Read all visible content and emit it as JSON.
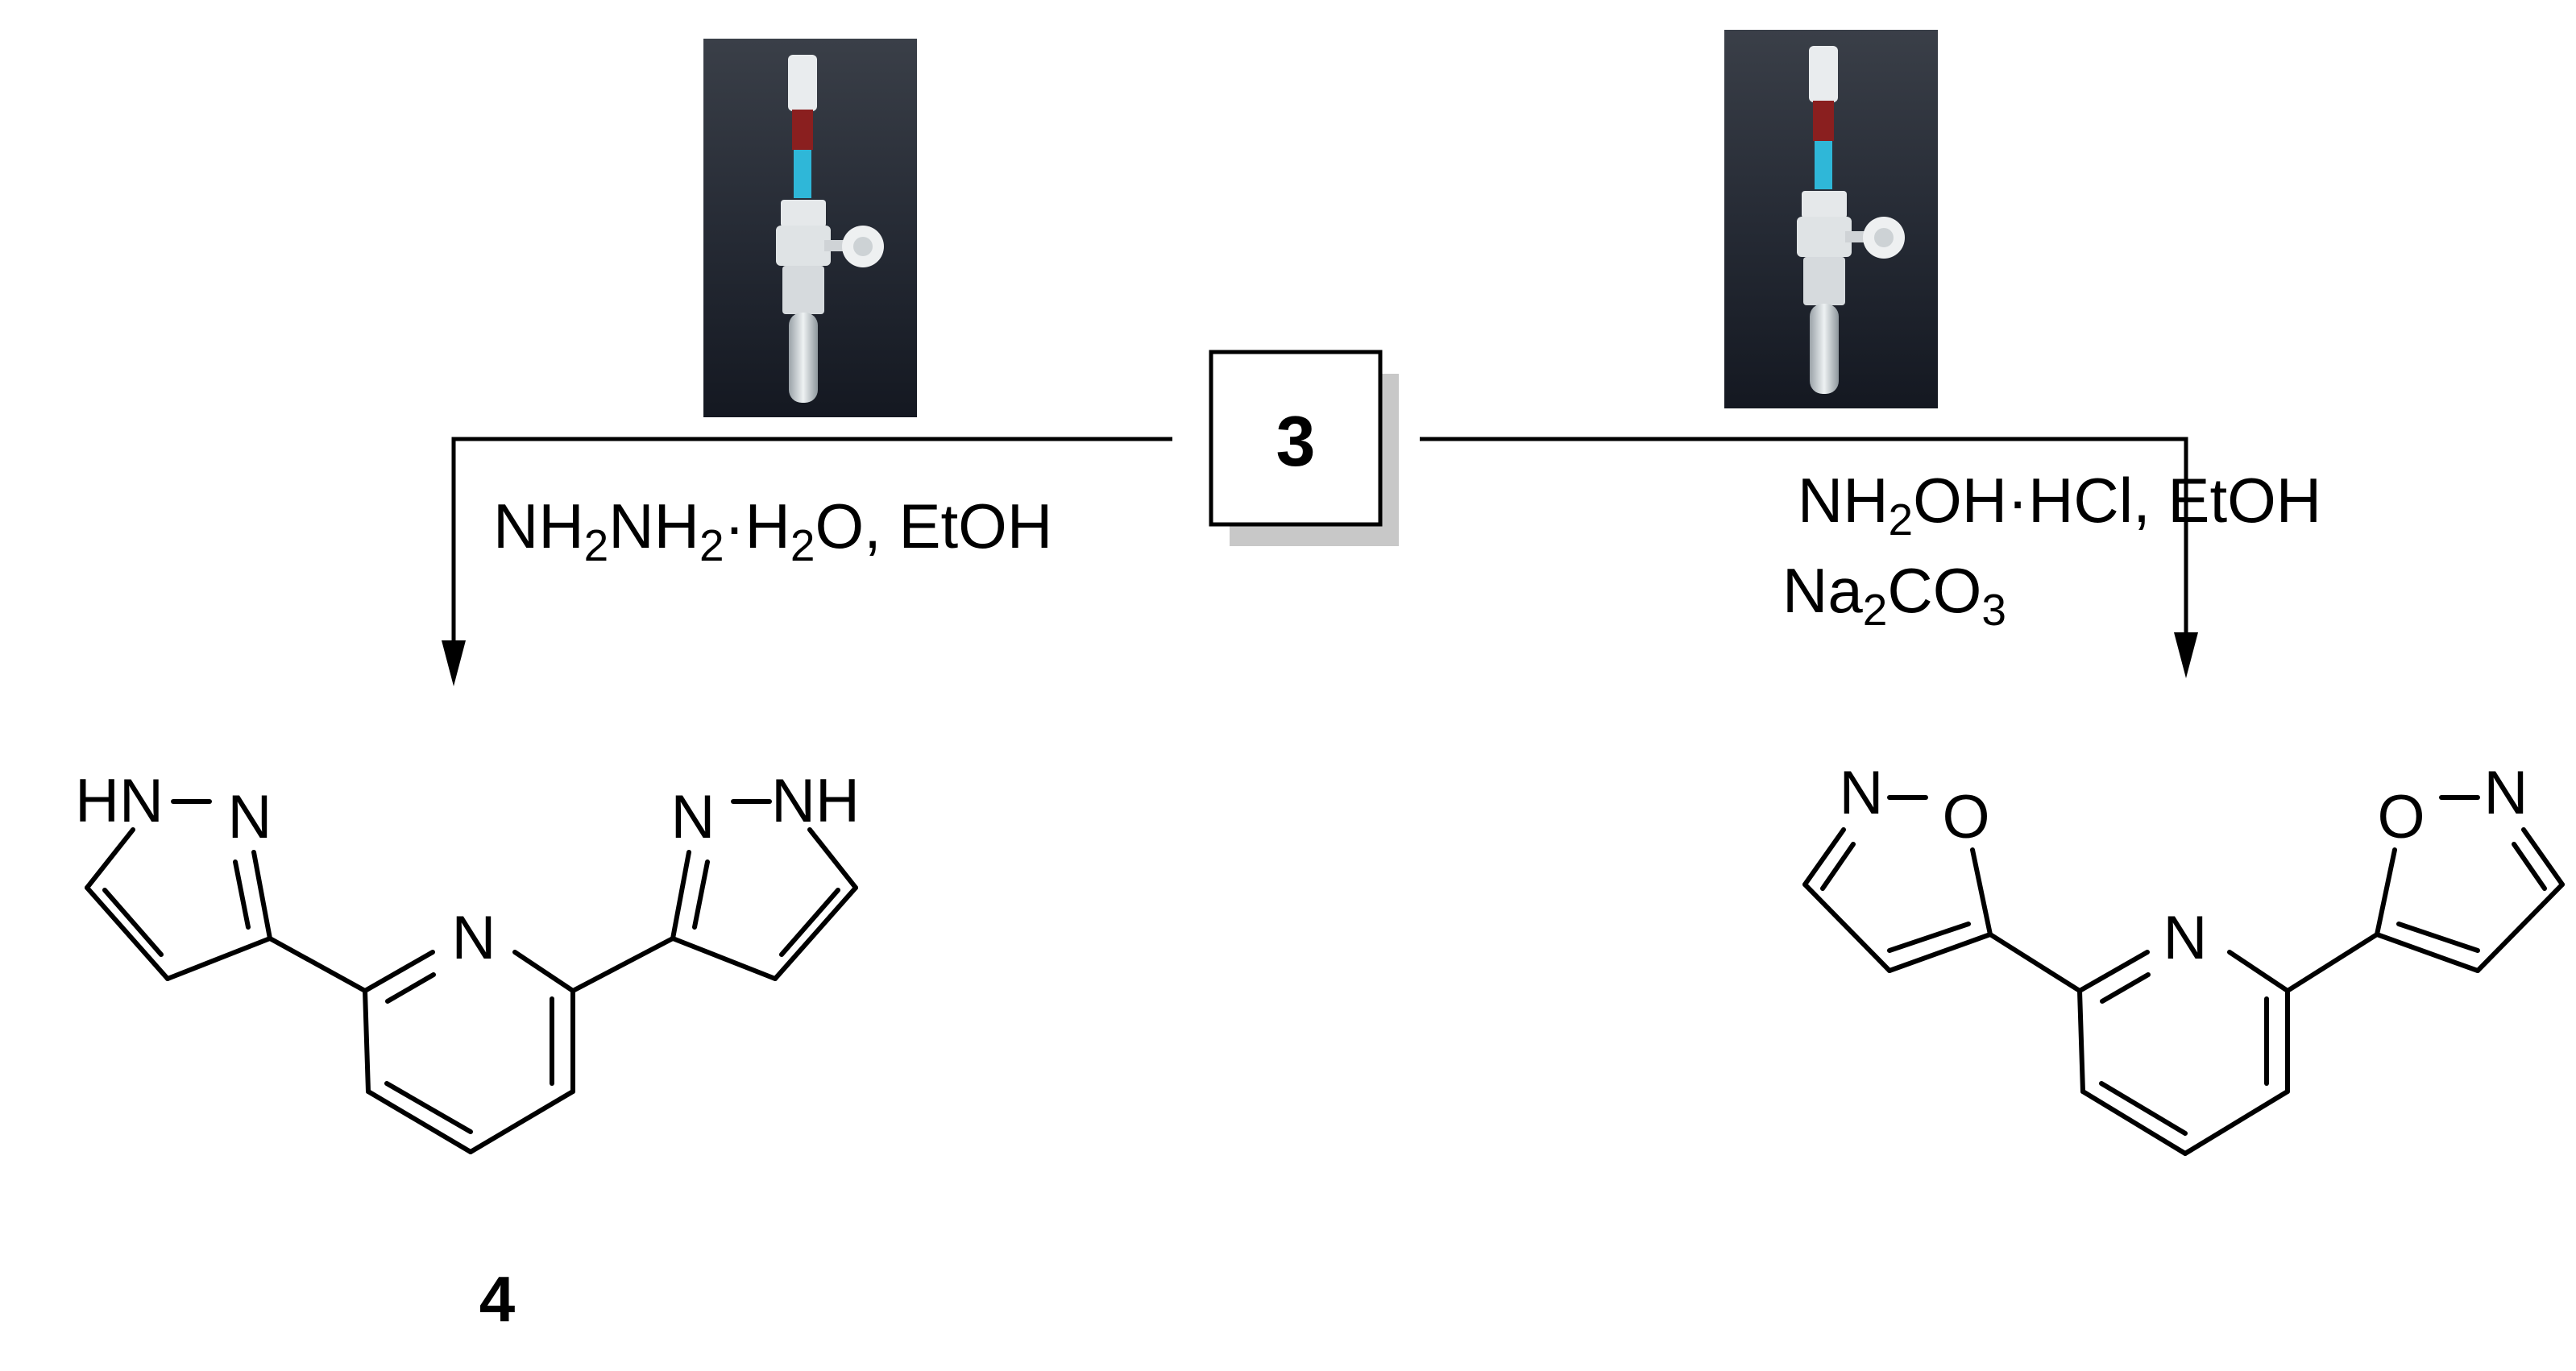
{
  "starting_material": {
    "label": "3"
  },
  "left_path": {
    "reagents": {
      "line1_parts": [
        "NH",
        "2",
        "NH",
        "2",
        "·H",
        "2",
        "O, EtOH"
      ]
    },
    "product": {
      "label": "4",
      "atoms": {
        "nh_left": "HN",
        "n_left": "N",
        "n_pyridine": "N",
        "n_right": "N",
        "nh_right": "NH"
      }
    }
  },
  "right_path": {
    "reagents": {
      "line1_parts": [
        "NH",
        "2",
        "OH·HCl, EtOH"
      ],
      "line2_parts": [
        "Na",
        "2",
        "CO",
        "3"
      ]
    },
    "product": {
      "atoms": {
        "n_left": "N",
        "o_left": "O",
        "n_pyridine": "N",
        "o_right": "O",
        "n_right": "N"
      }
    }
  },
  "reactor_photo": {
    "name": "photoreactor-tube"
  },
  "colors": {
    "photo_background": "#252b36",
    "tube_red": "#8a1f1f",
    "tube_blue": "#2fb7d8",
    "box_shadow": "#c8c8c8"
  }
}
